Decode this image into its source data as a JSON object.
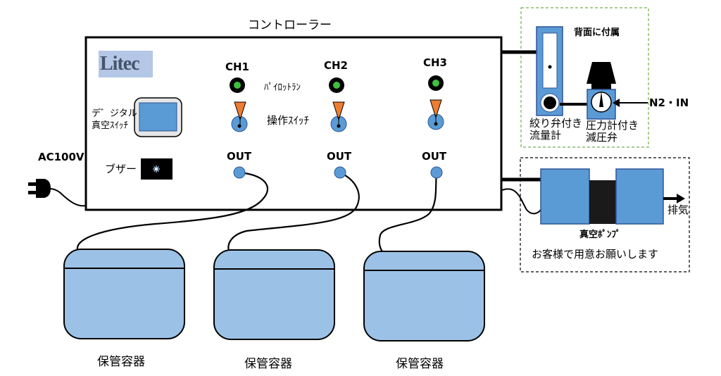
{
  "controller": {
    "title": "コントローラー",
    "logo": "Litec",
    "digital_vacuum_switch": "デ゛ジタル真空ｽｲｯﾁ",
    "digital_vacuum_switch_line1": "デ゛ジタル",
    "digital_vacuum_switch_line2": "真空ｽｲｯﾁ",
    "buzzer": "ブザー",
    "pilot_lamp": "ﾊﾟｲﾛｯﾄﾗﾝ",
    "operation_switch": "操作ｽｲｯﾁ",
    "channels": [
      {
        "name": "CH1",
        "out": "OUT"
      },
      {
        "name": "CH2",
        "out": "OUT"
      },
      {
        "name": "CH3",
        "out": "OUT"
      }
    ]
  },
  "power": {
    "label": "AC100V"
  },
  "containers": [
    {
      "label": "保管容器"
    },
    {
      "label": "保管容器"
    },
    {
      "label": "保管容器"
    }
  ],
  "back_unit": {
    "title": "背面に付属",
    "flowmeter_line1": "絞り弁付き",
    "flowmeter_line2": "流量計",
    "regulator_line1": "圧力計付き",
    "regulator_line2": "減圧弁",
    "inlet": "N2・IN"
  },
  "pump": {
    "label": "真空ﾎﾟﾝﾌﾟ",
    "exhaust": "排気",
    "note": "お客様で用意お願いします"
  },
  "colors": {
    "box_fill": "#9bc2e6",
    "box_stroke": "#2f5597",
    "pump_blue": "#5b9bd5",
    "lamp_green": "#3fbf3f",
    "toggle_orange": "#ed7d31",
    "logo_bg": "#b4c7e7",
    "dash_green": "#70ad47"
  }
}
